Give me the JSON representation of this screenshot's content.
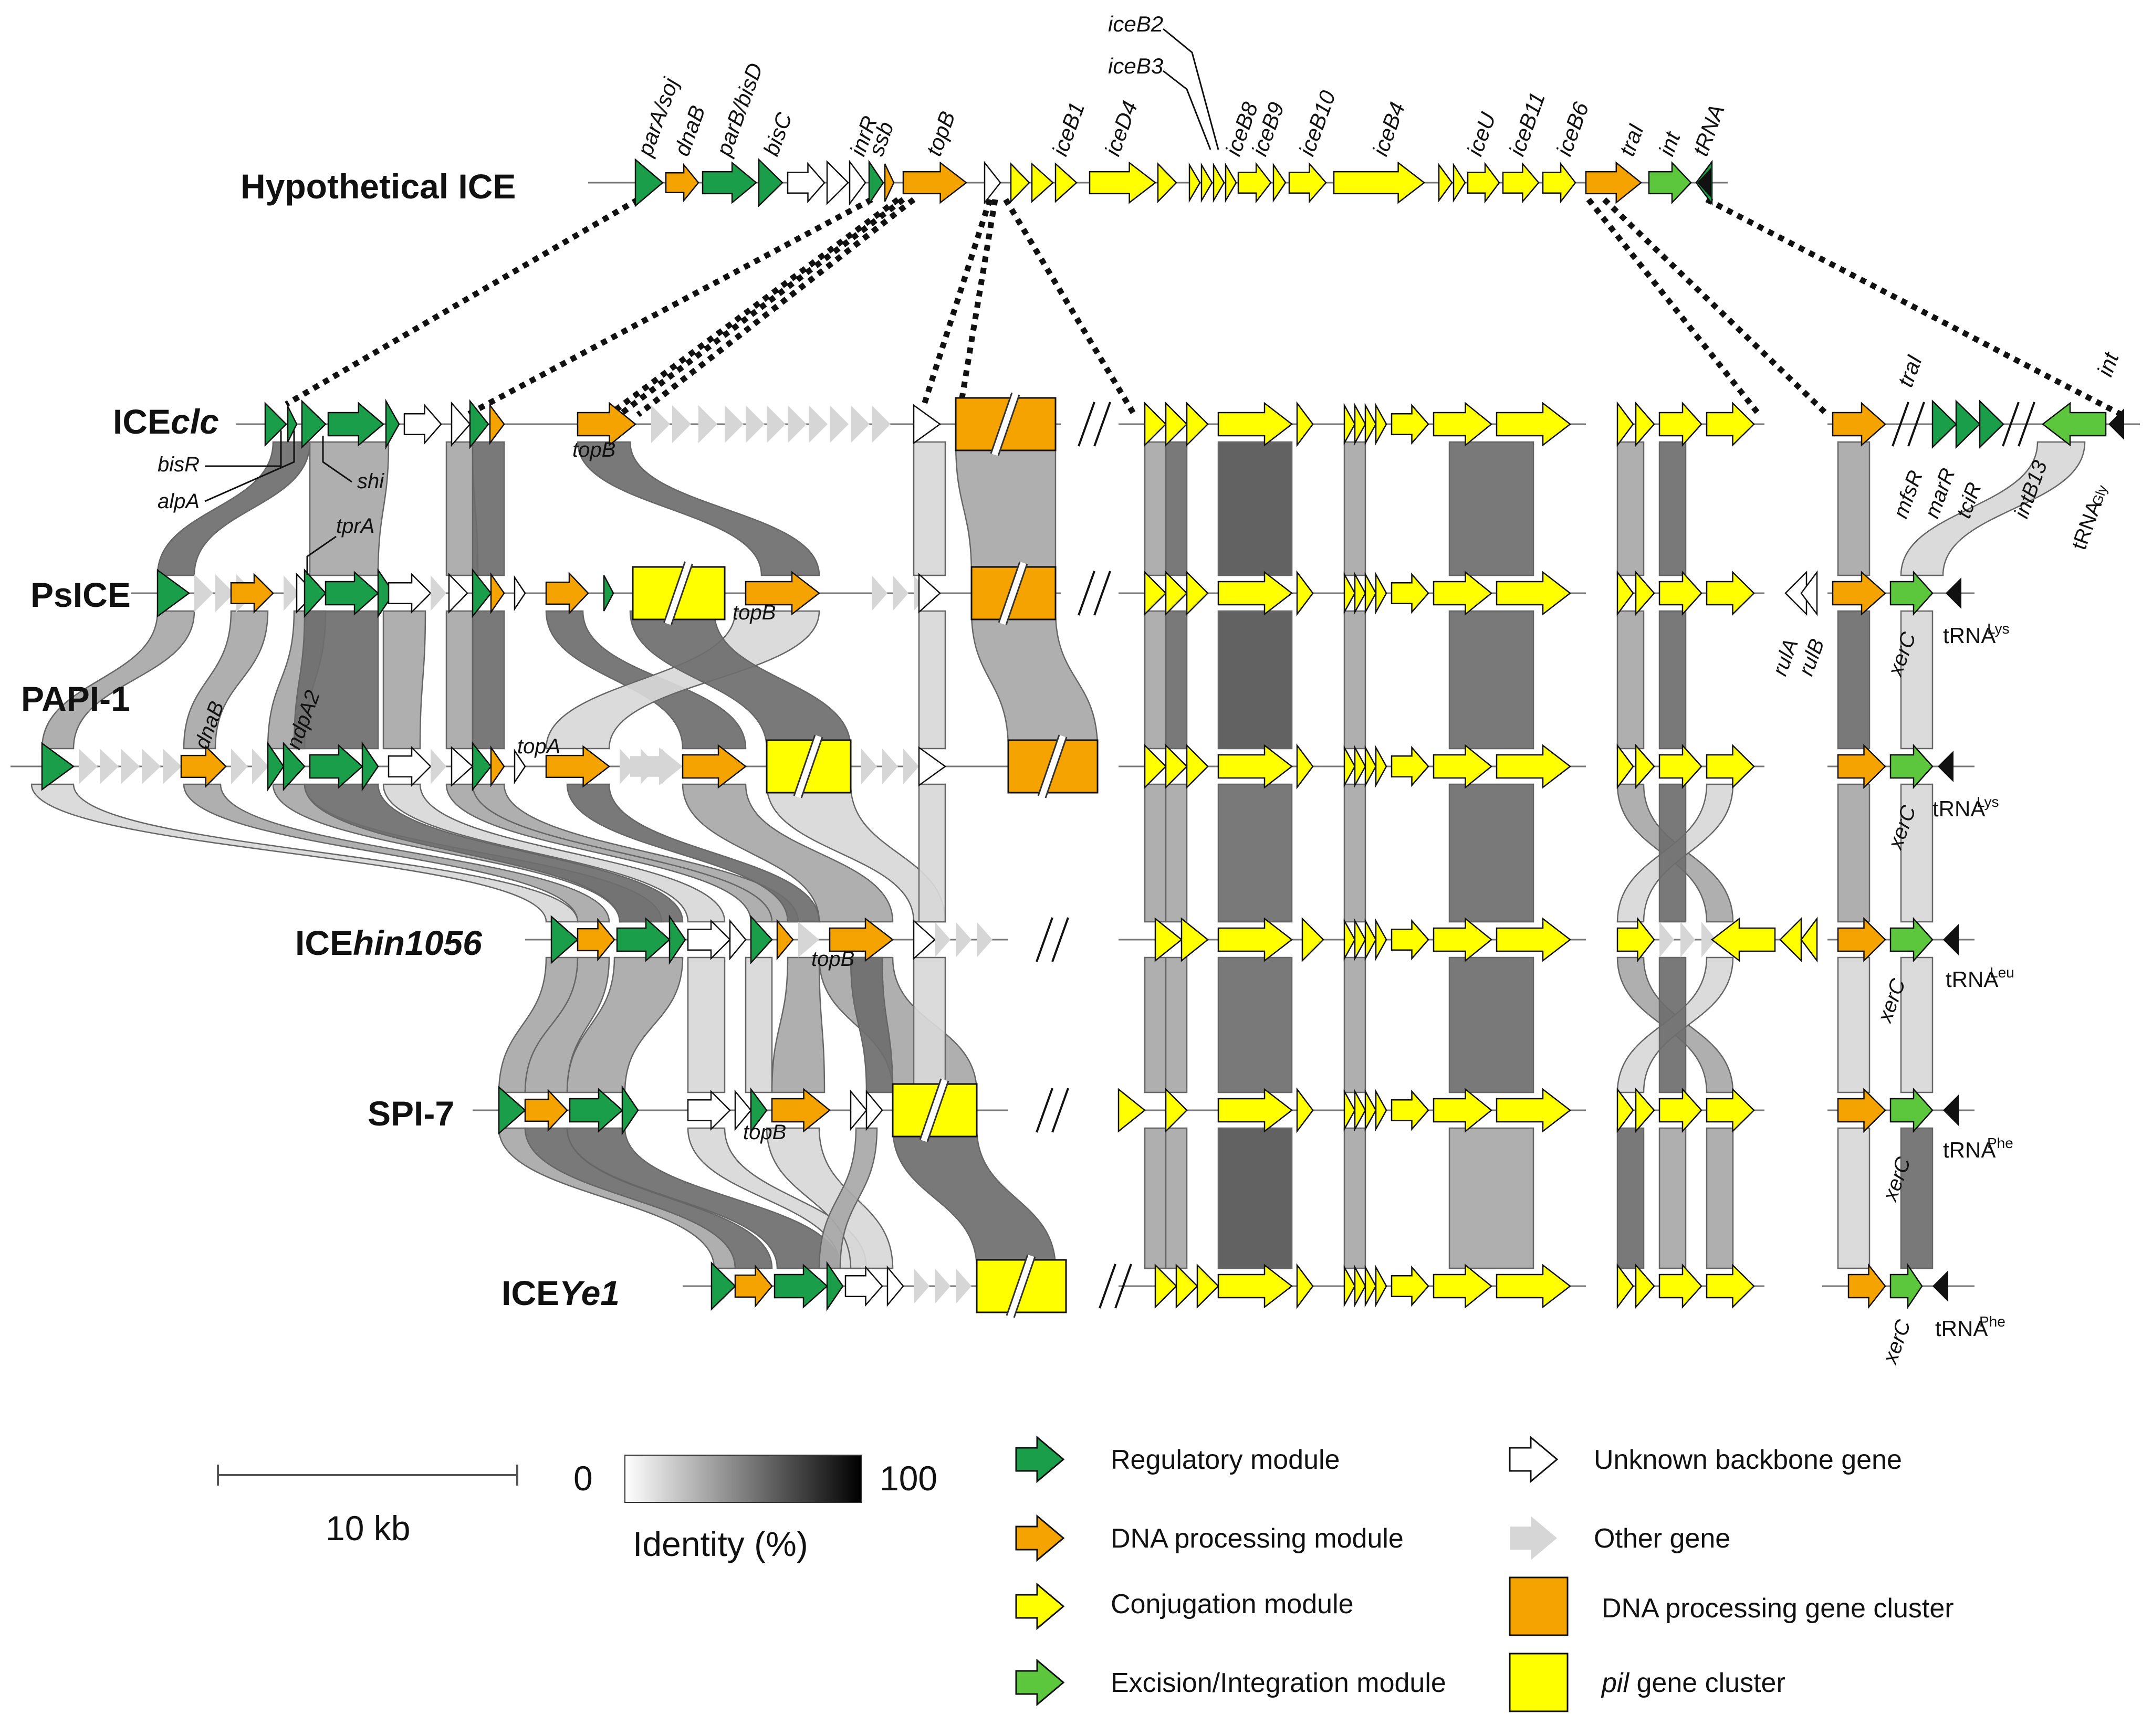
{
  "tracks": [
    {
      "id": "hyp",
      "pre": "Hypothetical ICE",
      "em": "",
      "post": ""
    },
    {
      "id": "clc",
      "pre": "ICE",
      "em": "clc",
      "post": ""
    },
    {
      "id": "ps",
      "pre": "PsICE",
      "em": "",
      "post": ""
    },
    {
      "id": "papi",
      "pre": "PAPI-1",
      "em": "",
      "post": ""
    },
    {
      "id": "hin",
      "pre": "ICE",
      "em": "hin1056",
      "post": ""
    },
    {
      "id": "spi",
      "pre": "SPI-7",
      "em": "",
      "post": ""
    },
    {
      "id": "ye1",
      "pre": "ICE",
      "em": "Ye1",
      "post": ""
    }
  ],
  "gene_labels": {
    "hypothetical": [
      "parA/soj",
      "dnaB",
      "parB/bisD",
      "bisC",
      "inrR",
      "ssb",
      "topB",
      "iceB1",
      "iceD4",
      "iceB8",
      "iceB9",
      "iceB10",
      "iceB4",
      "iceU",
      "iceB11",
      "iceB6",
      "traI",
      "int",
      "tRNA"
    ],
    "callout": [
      "iceB2",
      "iceB3"
    ],
    "clc": [
      "bisR",
      "alpA",
      "shi",
      "topB",
      "traI",
      "mfsR",
      "marR",
      "tciR",
      "intB13",
      "int"
    ],
    "ps": [
      "tprA",
      "topB",
      "rulA",
      "rulB",
      "xerC"
    ],
    "papi": [
      "dnaB",
      "ndpA2",
      "topA",
      "xerC"
    ],
    "hin": [
      "topB",
      "xerC"
    ],
    "spi": [
      "topB",
      "xerC"
    ],
    "ye1": [
      "xerC"
    ]
  },
  "trna": [
    {
      "track": "clc",
      "base": "tRNA",
      "sup": "Gly"
    },
    {
      "track": "ps",
      "base": "tRNA",
      "sup": "Lys"
    },
    {
      "track": "papi",
      "base": "tRNA",
      "sup": "Lys"
    },
    {
      "track": "hin",
      "base": "tRNA",
      "sup": "Leu"
    },
    {
      "track": "spi",
      "base": "tRNA",
      "sup": "Phe"
    },
    {
      "track": "ye1",
      "base": "tRNA",
      "sup": "Phe"
    }
  ],
  "scale_bar": {
    "label": "10 kb"
  },
  "identity_scale": {
    "min": "0",
    "max": "100",
    "label": "Identity (%)"
  },
  "legend": [
    {
      "key": "regulatory",
      "text": "Regulatory module",
      "em": "",
      "color": "#1a9e4a"
    },
    {
      "key": "dna",
      "text": "DNA processing module",
      "em": "",
      "color": "#f5a300"
    },
    {
      "key": "conj",
      "text": "Conjugation module",
      "em": "",
      "color": "#ffff00"
    },
    {
      "key": "exc",
      "text": "Excision/Integration module",
      "em": "",
      "color": "#5cc63c"
    },
    {
      "key": "unknown",
      "text": "Unknown backbone gene",
      "em": "",
      "color": "#ffffff"
    },
    {
      "key": "other",
      "text": "Other gene",
      "em": "",
      "color": "#d6d6d6"
    },
    {
      "key": "dnacluster",
      "text": "DNA processing gene cluster",
      "em": "",
      "color": "#f5a300"
    },
    {
      "key": "pil",
      "text": " gene cluster",
      "em": "pil",
      "color": "#ffff00"
    }
  ],
  "colors": {
    "regulatory": "#1a9e4a",
    "dna": "#f5a300",
    "conj": "#ffff00",
    "exc": "#5cc63c",
    "unknown": "#ffffff",
    "other": "#d6d6d6",
    "band_light": "#d8d8d8",
    "band_mid": "#a8a8a8",
    "band_dark": "#6e6e6e",
    "band_darker": "#555555"
  }
}
